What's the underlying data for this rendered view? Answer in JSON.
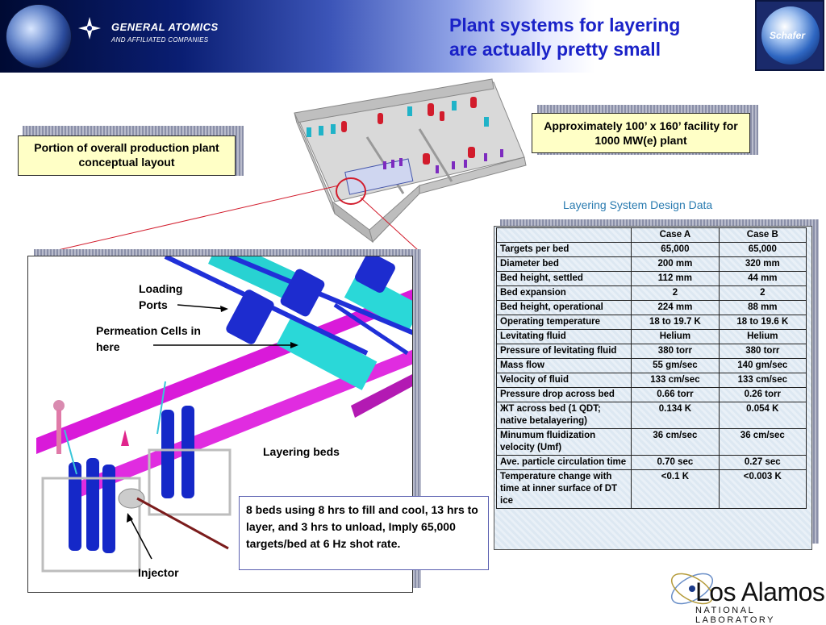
{
  "header": {
    "company": "GENERAL ATOMICS",
    "company_sub": "AND AFFILIATED COMPANIES",
    "title_line1": "Plant systems for layering",
    "title_line2": "are actually pretty small",
    "right_logo_text": "Schafer"
  },
  "callouts": {
    "plant_layout": "Portion of overall production plant conceptual layout",
    "facility_size": "Approximately 100’ x 160’ facility for 1000 MW(e) plant"
  },
  "table": {
    "title": "Layering System Design Data",
    "headers": [
      "",
      "Case A",
      "Case B"
    ],
    "rows": [
      [
        "Targets per bed",
        "65,000",
        "65,000"
      ],
      [
        "Diameter bed",
        "200 mm",
        "320 mm"
      ],
      [
        "Bed height, settled",
        "112 mm",
        "44 mm"
      ],
      [
        "Bed expansion",
        "2",
        "2"
      ],
      [
        "Bed height, operational",
        "224 mm",
        "88 mm"
      ],
      [
        "Operating temperature",
        "18 to 19.7 K",
        "18 to 19.6 K"
      ],
      [
        "Levitating fluid",
        "Helium",
        "Helium"
      ],
      [
        "Pressure of levitating fluid",
        "380 torr",
        "380 torr"
      ],
      [
        "Mass flow",
        "55 gm/sec",
        "140 gm/sec"
      ],
      [
        "Velocity of fluid",
        "133 cm/sec",
        "133 cm/sec"
      ],
      [
        "Pressure drop across bed",
        "0.66 torr",
        "0.26 torr"
      ],
      [
        "ЖT across bed (1 QDT; native betalayering)",
        "0.134 K",
        "0.054 K"
      ],
      [
        "Minumum fluidization velocity (Umf)",
        "36 cm/sec",
        "36 cm/sec"
      ],
      [
        "Ave. particle circulation time",
        "0.70 sec",
        "0.27 sec"
      ],
      [
        "Temperature change with time at inner surface of DT ice",
        "<0.1 K",
        "<0.003 K"
      ]
    ]
  },
  "diagram": {
    "label_loading_ports": "Loading Ports",
    "label_permeation_cells": "Permeation Cells in here",
    "label_layering_beds": "Layering beds",
    "label_injector": "Injector",
    "note": "8 beds using 8 hrs to fill and cool, 13 hrs to layer, and 3 hrs to unload, Imply 65,000 targets/bed at 6 Hz shot rate."
  },
  "footer": {
    "lab_name": "Los Alamos",
    "lab_sub": "NATIONAL LABORATORY"
  }
}
